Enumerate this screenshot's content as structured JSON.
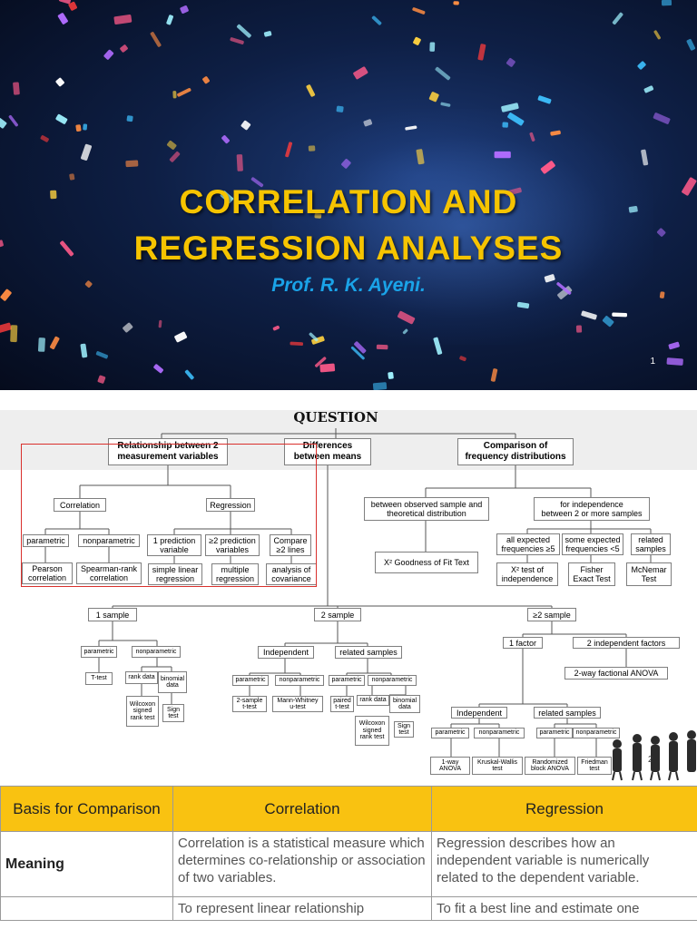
{
  "slide1": {
    "title_line_1": "CORRELATION AND",
    "title_line_2": "REGRESSION ANALYSES",
    "author": "Prof. R. K. Ayeni.",
    "page_number": "1"
  },
  "slide2": {
    "question": "QUESTION",
    "page_number": "2",
    "nodes": {
      "relationship": "Relationship between 2\nmeasurement variables",
      "differences": "Differences\nbetween means",
      "comparison": "Comparison of\nfrequency distributions",
      "correlation": "Correlation",
      "regression": "Regression",
      "parametric_a": "parametric",
      "nonparametric_a": "nonparametric",
      "one_predict": "1 prediction\nvariable",
      "two_predict": "≥2 prediction\nvariables",
      "compare_lines": "Compare\n≥2 lines",
      "pearson": "Pearson\ncorrelation",
      "spearman": "Spearman-rank\ncorrelation",
      "simple_lin": "simple linear\nregression",
      "multiple_reg": "multiple\nregression",
      "ancova": "analysis of\ncovariance",
      "obs_theor": "between observed sample and\ntheoretical distribution",
      "independence": "for independence\nbetween 2 or more samples",
      "goodness": "X² Goodness of Fit Text",
      "all_exp": "all expected\nfrequencies ≥5",
      "some_exp": "some expected\nfrequencies <5",
      "related_s": "related\nsamples",
      "x2_indep": "X² test of\nindependence",
      "fisher": "Fisher\nExact Test",
      "mcnemar": "McNemar\nTest",
      "one_sample": "1 sample",
      "two_sample": "2 sample",
      "ge2_sample": "≥2 sample",
      "param_1": "parametric",
      "nonparam_1": "nonparametric",
      "ttest": "T-test",
      "rank_1": "rank data",
      "binomial_1": "binomial\ndata",
      "wilcoxon_1": "Wilcoxon\nsigned\nrank test",
      "sign_1": "Sign\ntest",
      "independent_2": "Independent",
      "related_2": "related samples",
      "param_2a": "parametric",
      "nonparam_2a": "nonparametric",
      "param_2b": "parametric",
      "nonparam_2b": "nonparametric",
      "two_sample_t": "2-sample\nt-test",
      "mann_whitney": "Mann-Whitney\nu-test",
      "paired_t": "paired\nt-test",
      "rank_2": "rank data",
      "binomial_2": "binomial\ndata",
      "wilcoxon_2": "Wilcoxon\nsigned\nrank test",
      "sign_2": "Sign\ntest",
      "one_factor": "1 factor",
      "two_factors": "2 independent factors",
      "two_way": "2-way factional ANOVA",
      "independent_3": "Independent",
      "related_3": "related samples",
      "param_3a": "parametric",
      "nonparam_3a": "nonparametric",
      "param_3b": "parametric",
      "nonparam_3b": "nonparametric",
      "oneway": "1-way\nANOVA",
      "kruskal": "Kruskal-Wallis\ntest",
      "randomized": "Randomized\nblock ANOVA",
      "friedman": "Friedman\ntest"
    }
  },
  "slide3": {
    "headers": [
      "Basis for Comparison",
      "Correlation",
      "Regression"
    ],
    "rows": [
      [
        "Meaning",
        "Correlation is a statistical measure which determines co-relationship or association of two variables.",
        "Regression describes how an independent variable is numerically related to the dependent variable."
      ],
      [
        "",
        "To represent linear relationship",
        "To fit a best line and estimate one"
      ]
    ]
  },
  "colors": {
    "title": "#f6c400",
    "author": "#1aa3e8",
    "table_header": "#f9c211",
    "highlight_box": "#d9302c"
  }
}
